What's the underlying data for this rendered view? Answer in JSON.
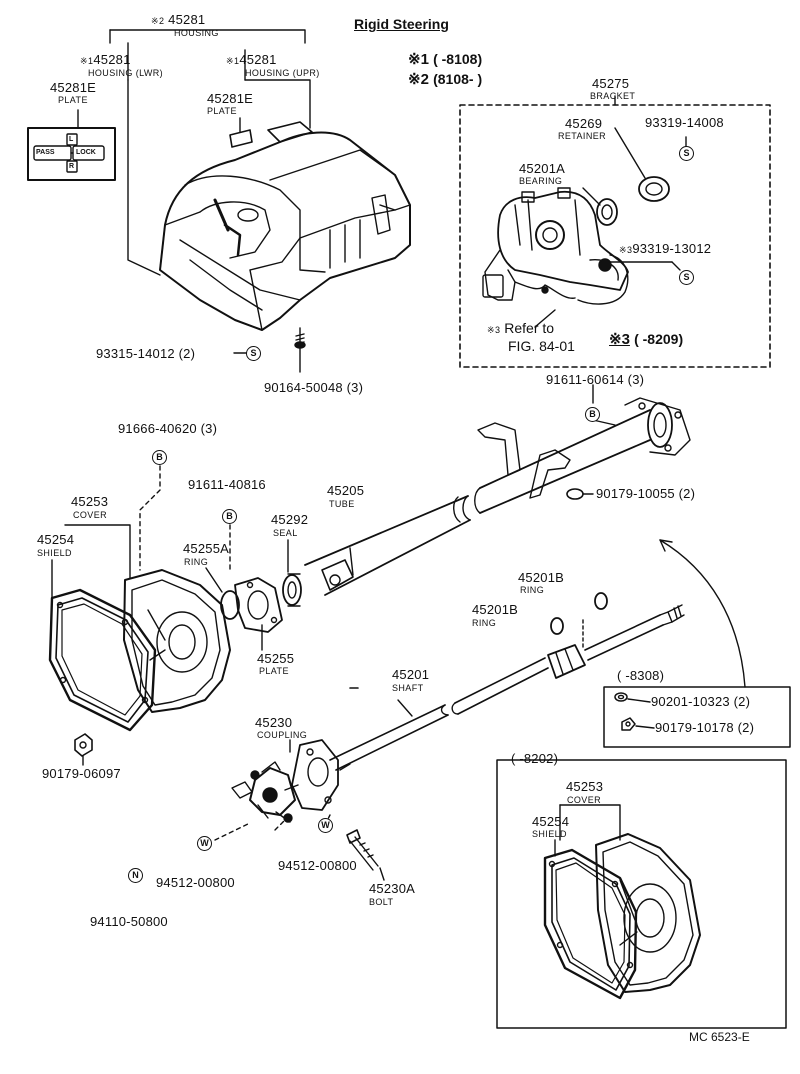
{
  "title": "Rigid Steering",
  "notes": {
    "n1_mark": "※1",
    "n1_text": "(        -8108)",
    "n2_mark": "※2",
    "n2_text": "(8108-        )",
    "n3_mark": "※3",
    "n3_text": "(        -8209)",
    "refer": "Refer to",
    "fig": "FIG. 84-01",
    "refer_mark": "※3",
    "range_8308": "(        -8308)",
    "range_8202": "(        -8202)"
  },
  "parts": {
    "housing": {
      "mark": "※2",
      "number": "45281",
      "name": "HOUSING"
    },
    "housing_lwr": {
      "mark": "※1",
      "number": "45281",
      "name": "HOUSING (LWR)"
    },
    "housing_upr": {
      "mark": "※1",
      "number": "45281",
      "name": "HOUSING (UPR)"
    },
    "plate_a": {
      "number": "45281E",
      "name": "PLATE"
    },
    "plate_b": {
      "number": "45281E",
      "name": "PLATE"
    },
    "plate_badge": {
      "left": "PASS",
      "center": "LOCK",
      "top": "L",
      "bottom": "R"
    },
    "bracket": {
      "number": "45275",
      "name": "BRACKET"
    },
    "retainer": {
      "number": "45269",
      "name": "RETAINER"
    },
    "bearing": {
      "number": "45201A",
      "name": "BEARING"
    },
    "screw_14008": {
      "number": "93319-14008"
    },
    "screw_13012": {
      "mark": "※3",
      "number": "93319-13012"
    },
    "screw_14012": {
      "number": "93315-14012 (2)"
    },
    "screw_50048": {
      "number": "90164-50048 (3)"
    },
    "bolt_60614": {
      "number": "91611-60614 (3)"
    },
    "bolt_40620": {
      "number": "91666-40620 (3)"
    },
    "bolt_40816": {
      "number": "91611-40816"
    },
    "tube": {
      "number": "45205",
      "name": "TUBE"
    },
    "seal": {
      "number": "45292",
      "name": "SEAL"
    },
    "ring_a": {
      "number": "45255A",
      "name": "RING"
    },
    "plate_45255": {
      "number": "45255",
      "name": "PLATE"
    },
    "cover": {
      "number": "45253",
      "name": "COVER"
    },
    "shield": {
      "number": "45254",
      "name": "SHIELD"
    },
    "nut_10055": {
      "number": "90179-10055 (2)"
    },
    "ring_b1": {
      "number": "45201B",
      "name": "RING"
    },
    "ring_b2": {
      "number": "45201B",
      "name": "RING"
    },
    "shaft": {
      "number": "45201",
      "name": "SHAFT"
    },
    "washer_10323": {
      "number": "90201-10323 (2)"
    },
    "nut_10178": {
      "number": "90179-10178 (2)"
    },
    "coupling": {
      "number": "45230",
      "name": "COUPLING"
    },
    "nut_06097": {
      "number": "90179-06097"
    },
    "pin_a": {
      "number": "94512-00800"
    },
    "pin_b": {
      "number": "94512-00800"
    },
    "bolt_45230a": {
      "number": "45230A",
      "name": "BOLT"
    },
    "nut_50800": {
      "number": "94110-50800"
    },
    "cover_alt": {
      "number": "45253",
      "name": "COVER"
    },
    "shield_alt": {
      "number": "45254",
      "name": "SHIELD"
    }
  },
  "symbols": {
    "s": "S",
    "b": "B",
    "w": "W",
    "n": "N"
  },
  "code": "MC 6523-E"
}
